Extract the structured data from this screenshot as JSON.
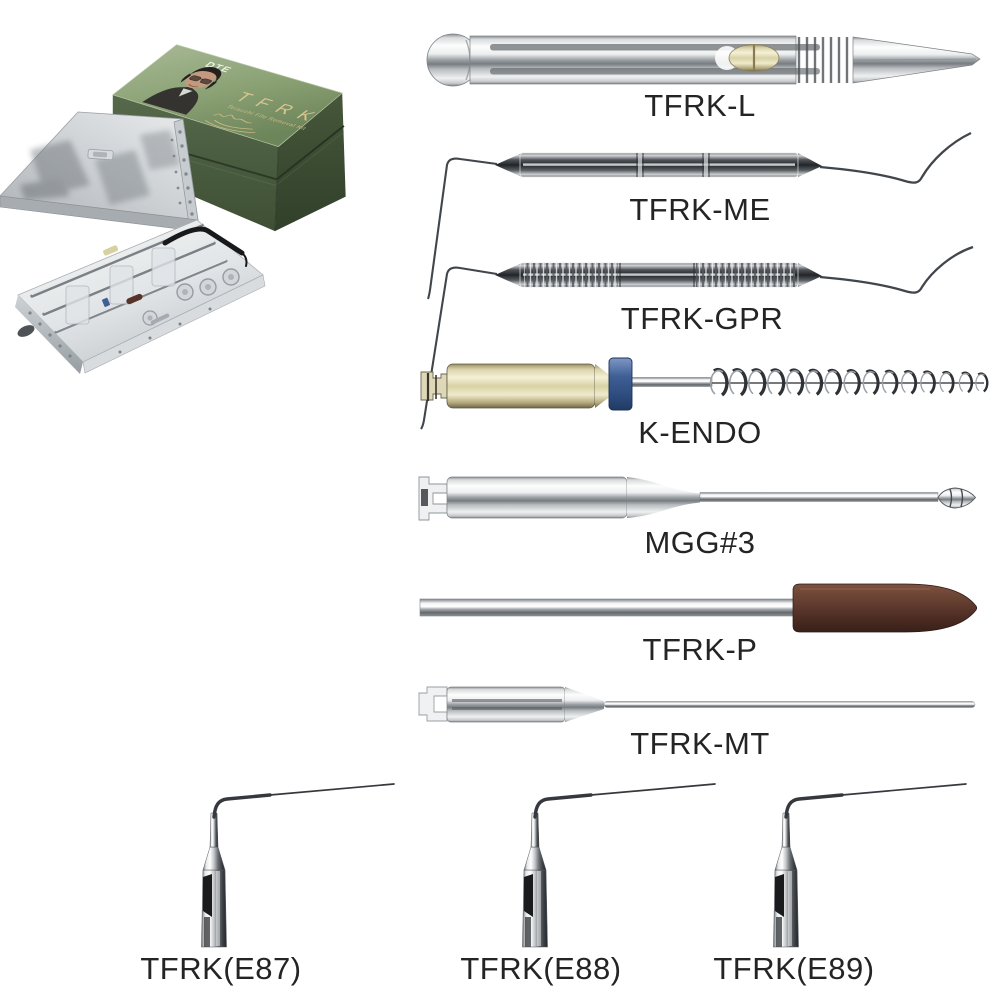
{
  "box": {
    "brand": "DTE",
    "title": "TFRK",
    "subtitle": "Terauchi File Removal Kit",
    "colors": {
      "top_face": "#8fa57c",
      "front_face": "#4b5e40",
      "side_face": "#3c4c33",
      "gold_text": "#d8c591"
    }
  },
  "case": {
    "material": "stainless-steel-cassette"
  },
  "instruments": [
    {
      "id": "tfrk-l",
      "label": "TFRK-L"
    },
    {
      "id": "tfrk-me",
      "label": "TFRK-ME"
    },
    {
      "id": "tfrk-gpr",
      "label": "TFRK-GPR"
    },
    {
      "id": "k-endo",
      "label": "K-ENDO"
    },
    {
      "id": "mgg3",
      "label": "MGG#3"
    },
    {
      "id": "tfrk-p",
      "label": "TFRK-P"
    },
    {
      "id": "tfrk-mt",
      "label": "TFRK-MT"
    }
  ],
  "tips": [
    {
      "id": "tfrk-e87",
      "label": "TFRK(E87)"
    },
    {
      "id": "tfrk-e88",
      "label": "TFRK(E88)"
    },
    {
      "id": "tfrk-e89",
      "label": "TFRK(E89)"
    }
  ],
  "accent_colors": {
    "k_endo_stopper_blue": "#3f6096",
    "k_endo_handle_gold": "#e9e3c2",
    "tfrk_p_cap_brown": "#57342a"
  }
}
